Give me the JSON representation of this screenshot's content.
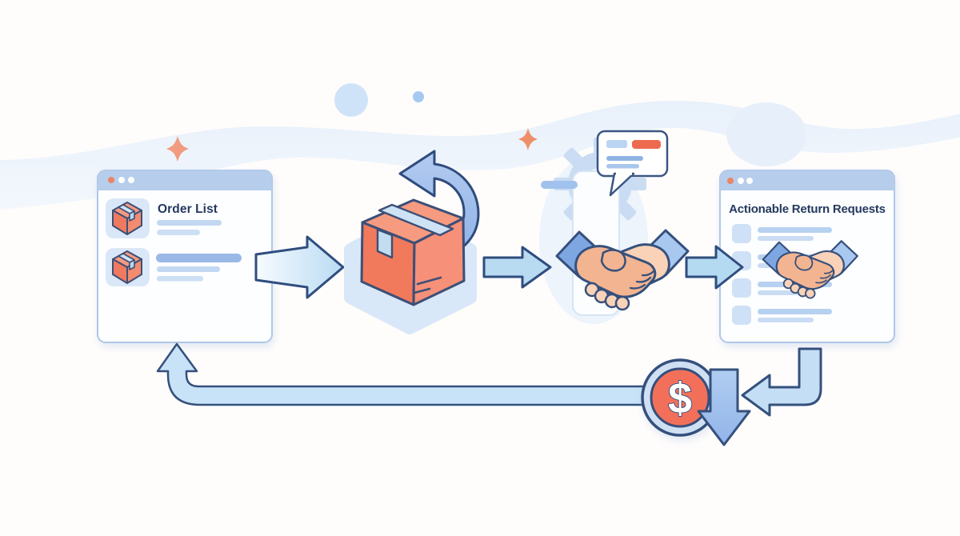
{
  "scene": {
    "background": "#fffdfc",
    "outline_navy": "#35507c",
    "window_chrome_blue": "#b6cdeb",
    "arrow_blue": "#b9dbf3",
    "pipe_blue": "#c8e2f8",
    "box_orange": "#f1795c",
    "coin_orange": "#f2705a",
    "peach_light": "#f9d2b8",
    "peach_dark": "#f3b491",
    "sleeve_dark_blue": "#7ea7e2",
    "sleeve_light_blue": "#a9c8f0",
    "text_color": "#24395f"
  },
  "order_window": {
    "title": "Order List",
    "traffic_dot_colors": [
      "#e98468",
      "#ffffff",
      "#ffffff"
    ],
    "item_count": 2,
    "item_icon": "package-icon"
  },
  "requests_window": {
    "title": "Actionable Return Requests",
    "traffic_dot_colors": [
      "#e98468",
      "#ffffff",
      "#ffffff"
    ],
    "checklist_row_count": 4,
    "center_icon": "handshake-icon"
  },
  "refund_coin": {
    "currency_symbol": "$"
  },
  "speech_bubble": {
    "pill_colors": [
      "#bad5f2",
      "#ee6a4f"
    ]
  },
  "icons": [
    "browser-window-icon",
    "package-icon",
    "return-arrow-icon",
    "handshake-icon",
    "dollar-coin-icon",
    "gear-icon",
    "chat-bubble-icon",
    "document-icon",
    "sparkle-icon",
    "arrow-right-icon",
    "arrow-up-icon",
    "arrow-down-icon",
    "arrow-left-icon"
  ]
}
